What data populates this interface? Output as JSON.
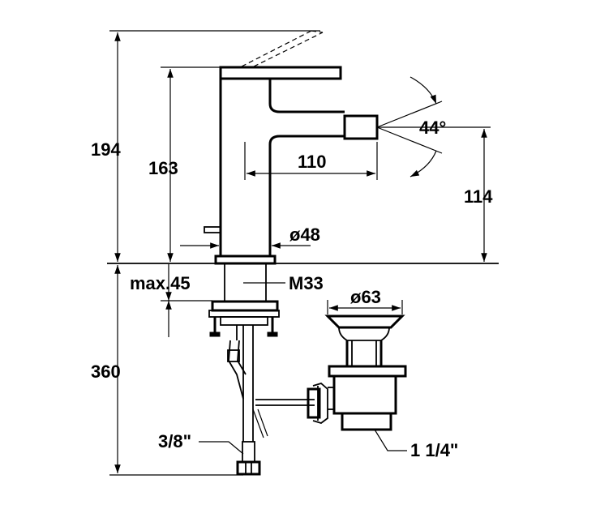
{
  "drawing": {
    "colors": {
      "line": "#000000",
      "background": "#ffffff"
    },
    "dimensions": {
      "overall_height": "194",
      "spout_height": "163",
      "spout_reach": "110",
      "jet_angle": "44°",
      "jet_height": "114",
      "body_diameter": "ø48",
      "max_thickness": "max.45",
      "thread": "M33",
      "waste_diameter": "ø63",
      "below_height": "360",
      "supply_connection": "3/8\"",
      "waste_connection": "1 1/4\""
    }
  }
}
